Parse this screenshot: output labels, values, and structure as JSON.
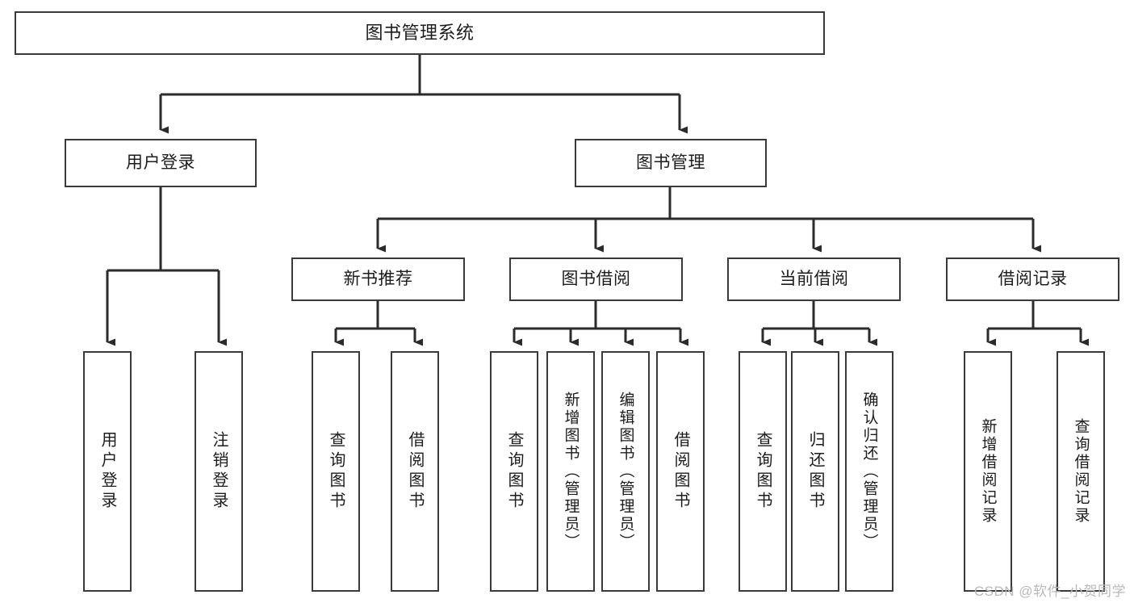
{
  "diagram": {
    "title": "图书管理系统",
    "type": "hierarchy-tree",
    "style": {
      "box_border_color": "#3a3a3a",
      "box_fill_color": "#ffffff",
      "line_color": "#2b2b2b",
      "text_color": "#1c1c1c",
      "background_color": "#ffffff"
    },
    "levels": 4
  },
  "root": {
    "label": "图书管理系统"
  },
  "level2": {
    "user_login": {
      "label": "用户登录"
    },
    "book_manage": {
      "label": "图书管理"
    }
  },
  "level3": {
    "new_book_recommend": {
      "label": "新书推荐"
    },
    "book_borrow": {
      "label": "图书借阅"
    },
    "current_borrow": {
      "label": "当前借阅"
    },
    "borrow_record": {
      "label": "借阅记录"
    }
  },
  "leaves": {
    "user_login": [
      {
        "label": "用户登录"
      },
      {
        "label": "注销登录"
      }
    ],
    "new_book_recommend": [
      {
        "label": "查询图书"
      },
      {
        "label": "借阅图书"
      }
    ],
    "book_borrow": [
      {
        "label": "查询图书"
      },
      {
        "label": "新增图书（管理员）"
      },
      {
        "label": "编辑图书（管理员）"
      },
      {
        "label": "借阅图书"
      }
    ],
    "current_borrow": [
      {
        "label": "查询图书"
      },
      {
        "label": "归还图书"
      },
      {
        "label": "确认归还（管理员）"
      }
    ],
    "borrow_record": [
      {
        "label": "新增借阅记录"
      },
      {
        "label": "查询借阅记录"
      }
    ]
  },
  "watermark": {
    "text": "CSDN @软件_小贺同学"
  }
}
